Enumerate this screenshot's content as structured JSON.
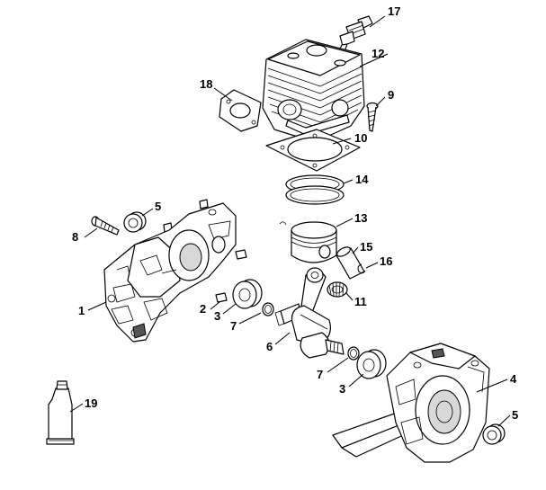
{
  "callouts": {
    "c17": "17",
    "c12": "12",
    "c18": "18",
    "c9": "9",
    "c10": "10",
    "c14": "14",
    "c5a": "5",
    "c8": "8",
    "c13": "13",
    "c15": "15",
    "c16": "16",
    "c11": "11",
    "c1": "1",
    "c2": "2",
    "c3a": "3",
    "c7a": "7",
    "c6": "6",
    "c7b": "7",
    "c3b": "3",
    "c4": "4",
    "c5b": "5",
    "c19": "19"
  }
}
